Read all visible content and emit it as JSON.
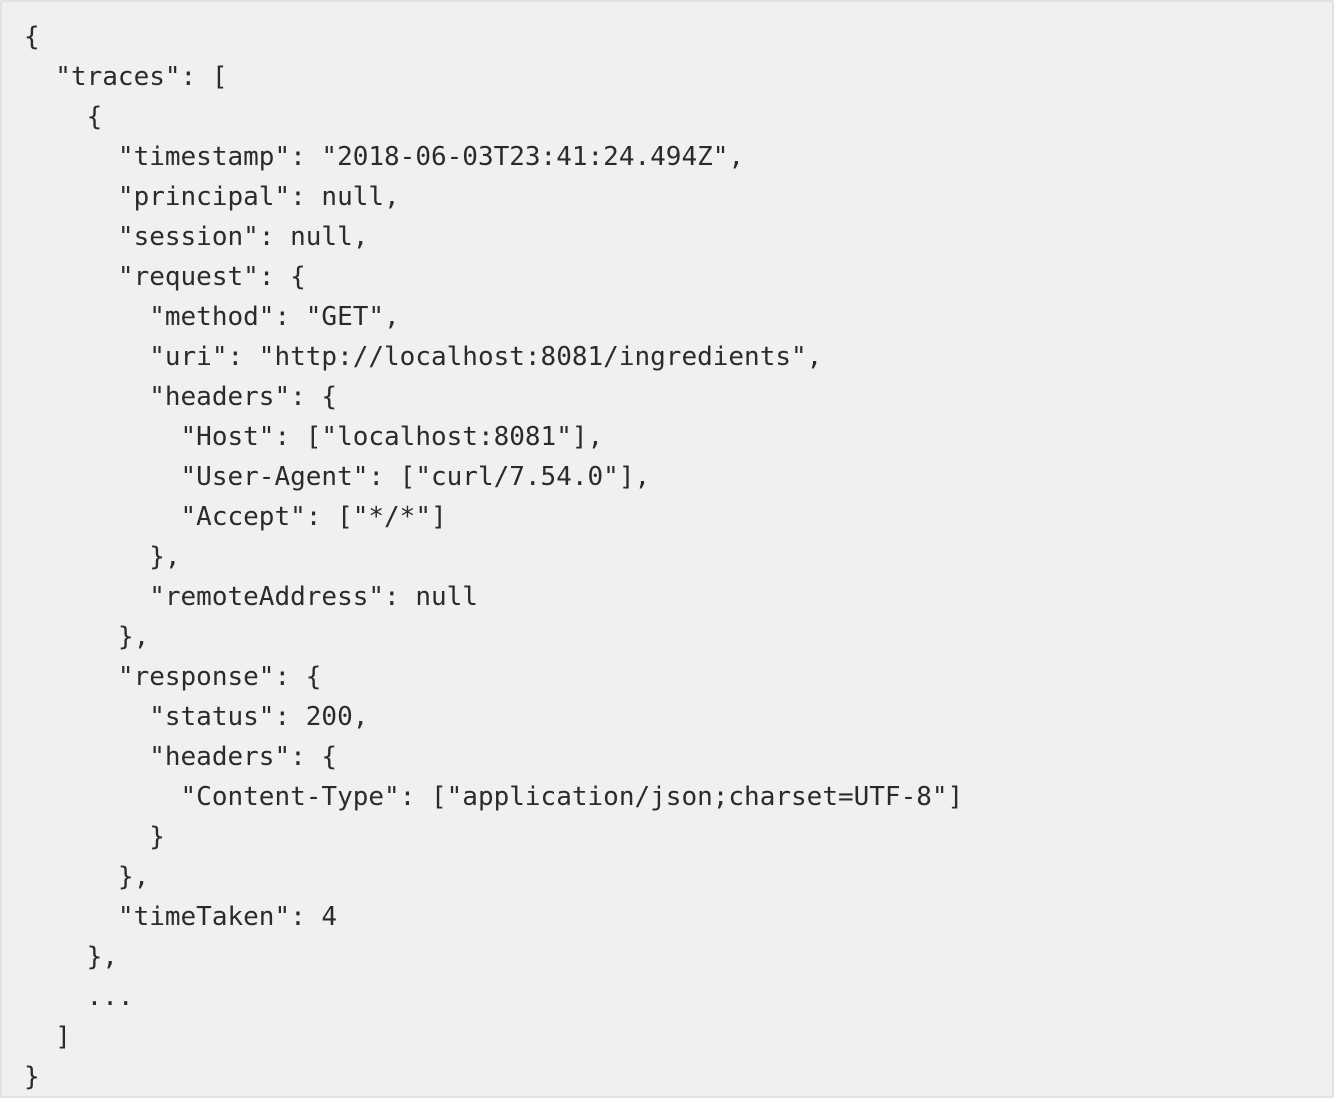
{
  "code": {
    "lines": [
      "{",
      "  \"traces\": [",
      "    {",
      "      \"timestamp\": \"2018-06-03T23:41:24.494Z\",",
      "      \"principal\": null,",
      "      \"session\": null,",
      "      \"request\": {",
      "        \"method\": \"GET\",",
      "        \"uri\": \"http://localhost:8081/ingredients\",",
      "        \"headers\": {",
      "          \"Host\": [\"localhost:8081\"],",
      "          \"User-Agent\": [\"curl/7.54.0\"],",
      "          \"Accept\": [\"*/*\"]",
      "        },",
      "        \"remoteAddress\": null",
      "      },",
      "      \"response\": {",
      "        \"status\": 200,",
      "        \"headers\": {",
      "          \"Content-Type\": [\"application/json;charset=UTF-8\"]",
      "        }",
      "      },",
      "      \"timeTaken\": 4",
      "    },",
      "    ...",
      "  ]",
      "}"
    ]
  }
}
